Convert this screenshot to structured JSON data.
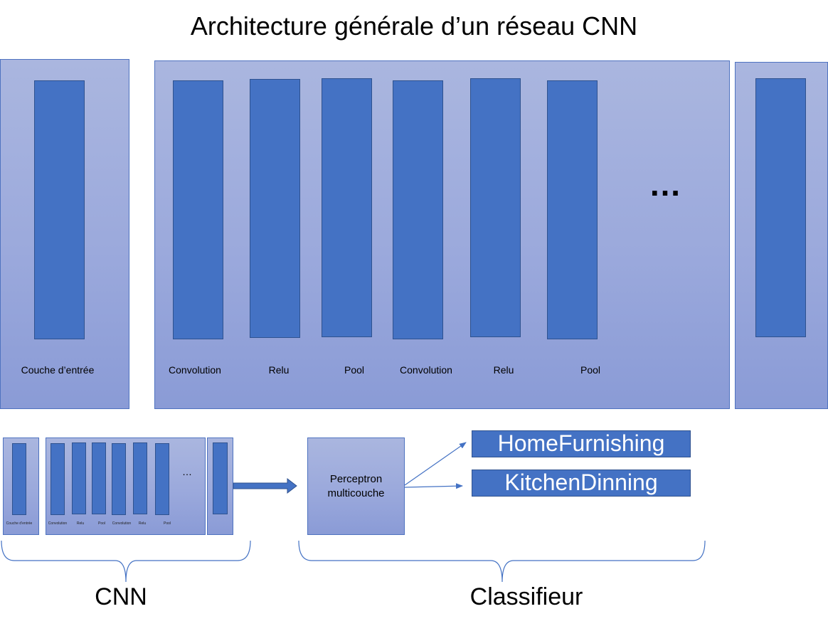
{
  "title": "Architecture générale d’un réseau CNN",
  "layers": {
    "input": "Couche d’entrée",
    "l1": "Convolution",
    "l2": "Relu",
    "l3": "Pool",
    "l4": "Convolution",
    "l5": "Relu",
    "l6": "Pool",
    "ellipsis": "…"
  },
  "classifier": {
    "mlp": "Perceptron multicouche",
    "out1": "HomeFurnishing",
    "out2": "KitchenDinning"
  },
  "brackets": {
    "cnn": "CNN",
    "classifier": "Classifieur"
  },
  "colors": {
    "layer_fill": "#4472c4",
    "layer_border": "#2f528f",
    "panel_top": "#aab6df",
    "panel_bottom": "#8a9bd6"
  }
}
